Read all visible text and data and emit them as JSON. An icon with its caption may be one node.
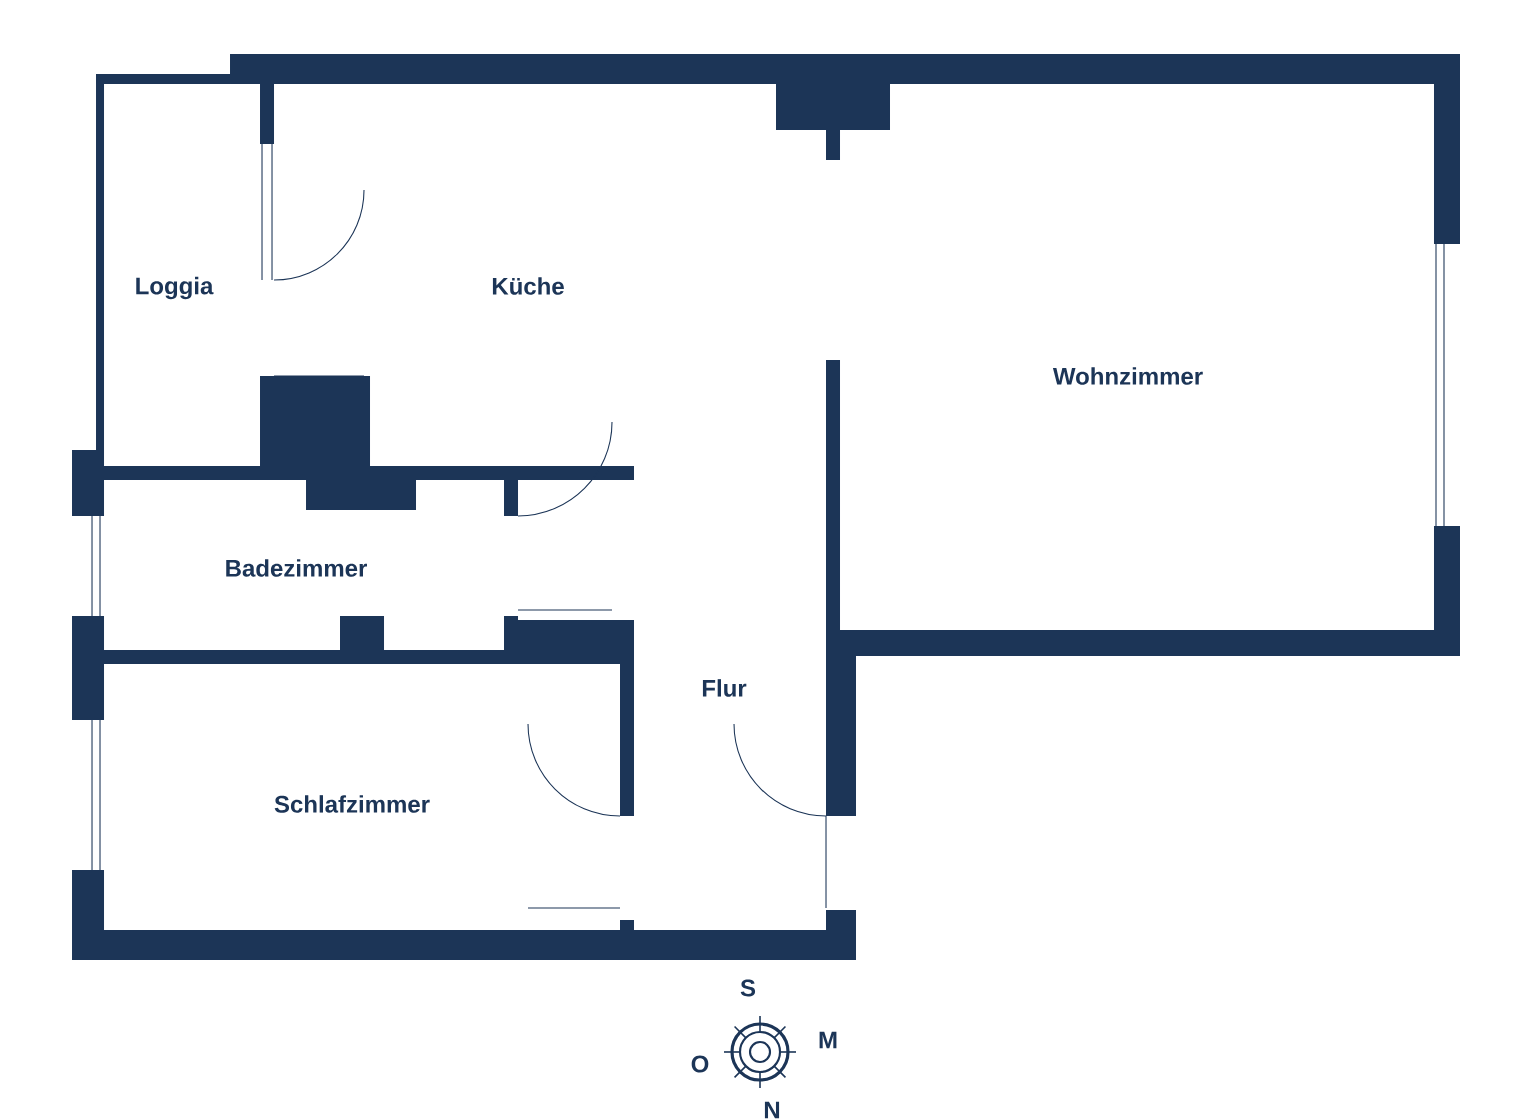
{
  "diagram": {
    "labels": [
      "Loggia",
      "Küche",
      "Wohnzimmer",
      "Badezimmer",
      "Flur",
      "Schlafzimmer",
      "S",
      "M",
      "O",
      "N"
    ]
  }
}
